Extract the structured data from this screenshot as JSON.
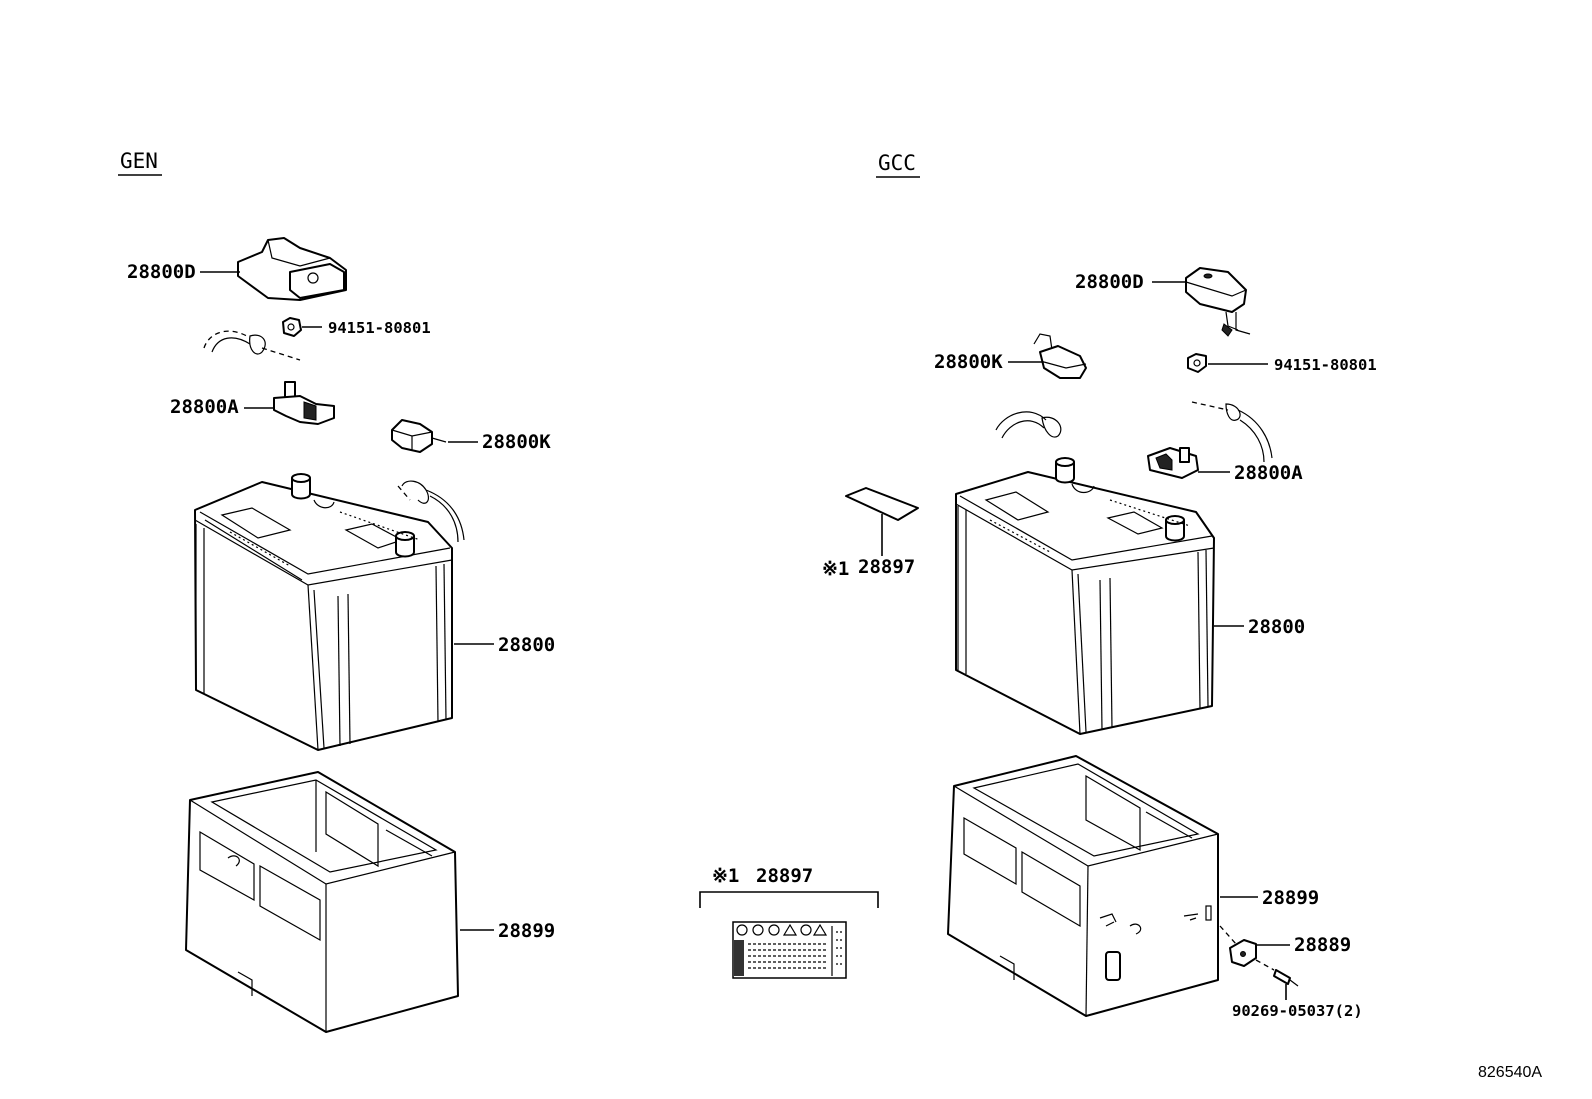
{
  "sections": {
    "left_title": "GEN",
    "right_title": "GCC"
  },
  "left_parts": {
    "p28800D": "28800D",
    "p94151": "94151-80801",
    "p28800A": "28800A",
    "p28800K": "28800K",
    "p28800": "28800",
    "p28899": "28899"
  },
  "right_parts": {
    "p28800D": "28800D",
    "p28800K": "28800K",
    "p94151": "94151-80801",
    "p28800A": "28800A",
    "p28897_mark": "※1",
    "p28897": "28897",
    "p28800": "28800",
    "p28899": "28899",
    "p28889": "28889",
    "p90269": "90269-05037(2)"
  },
  "center_label": {
    "mark": "※1",
    "part": "28897"
  },
  "footer": {
    "illustration_code": "826540A"
  }
}
